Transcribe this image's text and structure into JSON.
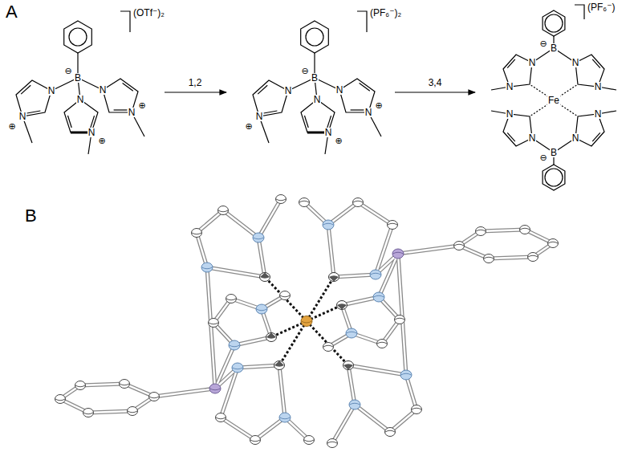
{
  "diagram": {
    "labels": [
      "A",
      "(OTf⁻)₂",
      "⊖",
      "B",
      "N",
      "N",
      "⊕",
      "N",
      "N",
      "⊕",
      "N",
      "N",
      "⊕",
      "1,2",
      "(PF₆⁻)₂",
      "⊖",
      "B",
      "N",
      "N",
      "⊕",
      "N",
      "N",
      "⊕",
      "N",
      "N",
      "⊕",
      "3,4",
      "(PF₆⁻)",
      "⊖",
      "B",
      "N",
      "N",
      "N",
      "N",
      "Fe",
      "⊖",
      "B",
      "N",
      "N",
      "N",
      "N",
      "B"
    ]
  }
}
